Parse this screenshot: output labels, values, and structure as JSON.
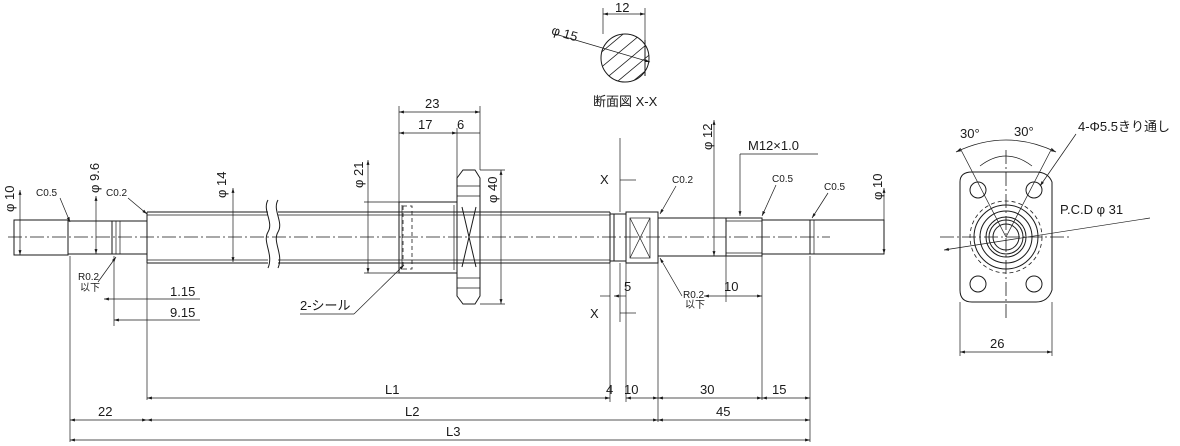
{
  "labels": {
    "phi15": "φ 15",
    "d12_top": "12",
    "section_title": "断面図  X-X",
    "d23": "23",
    "d17": "17",
    "d6": "6",
    "phi21": "φ 21",
    "phi40": "φ 40",
    "phi10_left": "φ 10",
    "phi96": "φ 9.6",
    "phi14": "φ 14",
    "c05_a": "C0.5",
    "c02_a": "C0.2",
    "r02_left": "R0.2",
    "r02_left_sub": "以下",
    "d115": "1.15",
    "d915": "9.15",
    "seal": "2-シール",
    "x_upper": "X",
    "x_lower": "X",
    "c02_b": "C0.2",
    "phi12": "φ 12",
    "m12": "M12×1.0",
    "c05_b": "C0.5",
    "c05_c": "C0.5",
    "phi10_right": "φ 10",
    "r02_right": "R0.2",
    "r02_right_sub": "以下",
    "d5": "5",
    "d10_mid": "10",
    "l1": "L1",
    "d4": "4",
    "d10_bot": "10",
    "d30": "30",
    "d15": "15",
    "d22": "22",
    "l2": "L2",
    "d45": "45",
    "l3": "L3",
    "ang30_left": "30°",
    "ang30_right": "30°",
    "holes": "4-Φ5.5きり通し",
    "pcd": "P.C.D  φ  31",
    "d26": "26"
  }
}
